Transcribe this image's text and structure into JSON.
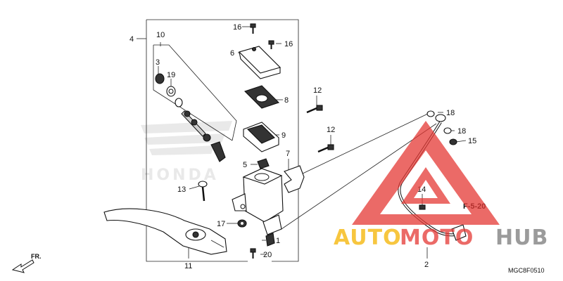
{
  "diagram": {
    "callouts": [
      "1",
      "2",
      "3",
      "4",
      "5",
      "6",
      "7",
      "8",
      "9",
      "10",
      "11",
      "12",
      "12",
      "13",
      "14",
      "15",
      "16",
      "16",
      "17",
      "18",
      "18",
      "19",
      "20"
    ],
    "reference": "F-5-20",
    "code": "MGC8F0510",
    "direction": "FR.",
    "brand_ghost": "HONDA"
  },
  "watermark": {
    "word_part1": "AUTO",
    "word_part2": "MOTO",
    "word_part3": "HUB",
    "color_orange": "#f5b400",
    "color_red": "#e53935",
    "color_grey": "#7a7a7a"
  }
}
